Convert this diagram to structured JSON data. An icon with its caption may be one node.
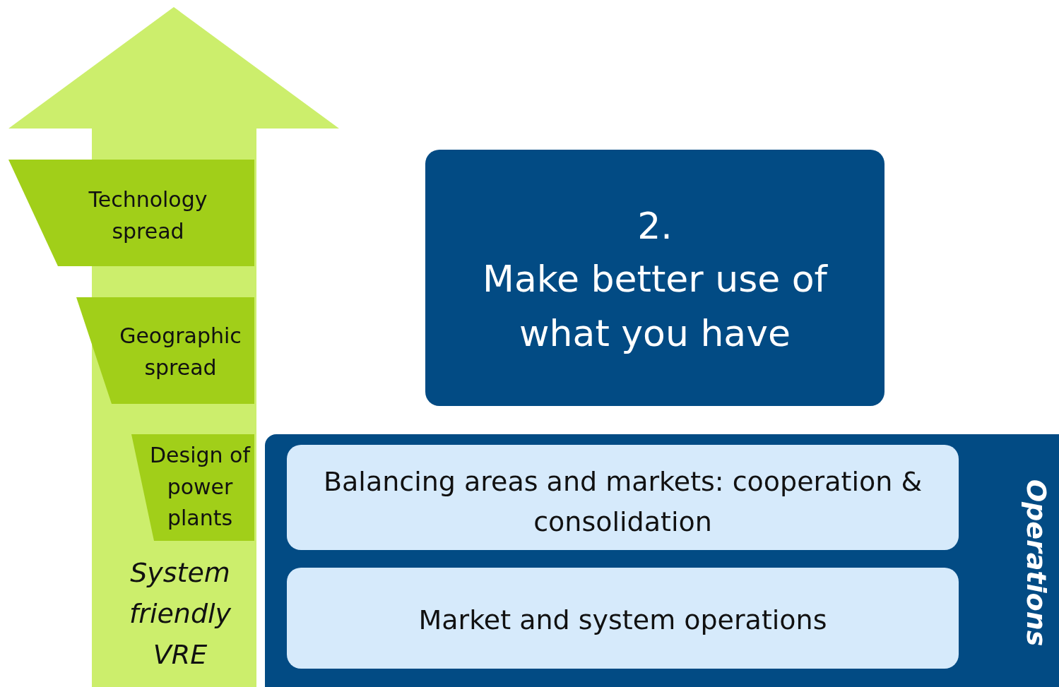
{
  "diagram": {
    "nodes": [
      {
        "text": [
          "System friendly VRE"
        ]
      },
      {
        "text": [
          "Technology spread"
        ],
        "in": 0
      },
      {
        "text": [
          "Geographic spread"
        ],
        "in": 0
      },
      {
        "text": [
          "Design of power plants"
        ],
        "in": 0
      },
      {
        "text": [
          "2.",
          "Make better use of what you have"
        ]
      },
      {
        "text": [
          "Operations"
        ]
      },
      {
        "text": [
          "Balancing areas and markets: cooperation & consolidation"
        ],
        "in": 5
      },
      {
        "text": [
          "Market and system operations"
        ],
        "in": 5
      }
    ]
  }
}
